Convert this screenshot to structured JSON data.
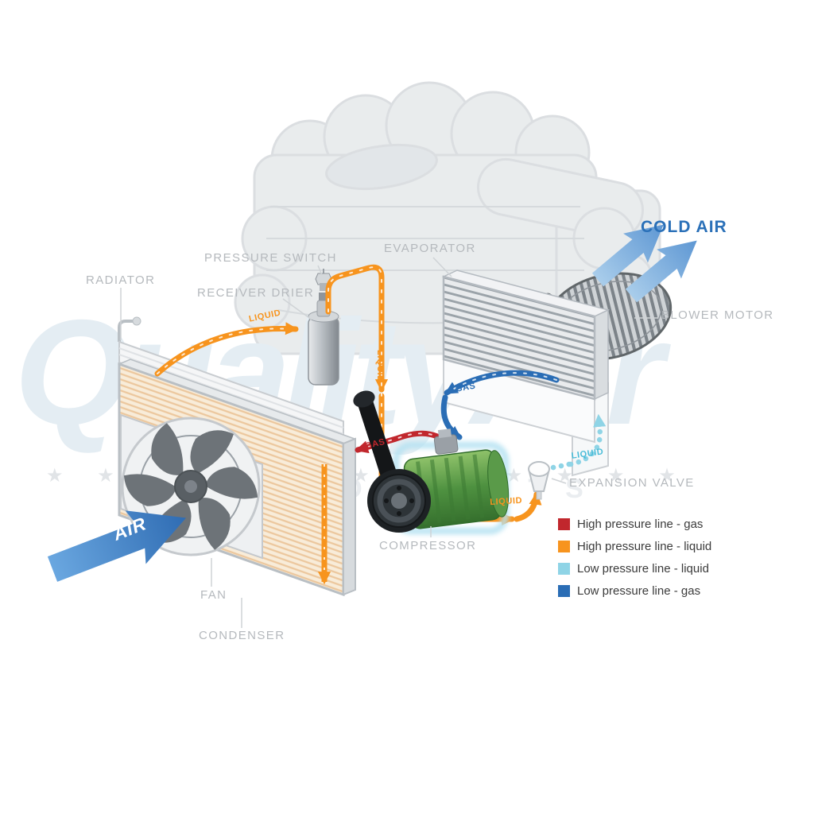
{
  "labels": {
    "radiator": "RADIATOR",
    "pressure_switch": "PRESSURE SWITCH",
    "receiver_drier": "RECEIVER DRIER",
    "evaporator": "EVAPORATOR",
    "cold_air": "COLD AIR",
    "blower_motor": "BLOWER MOTOR",
    "expansion_valve": "EXPANSION VALVE",
    "compressor": "COMPRESSOR",
    "fan": "FAN",
    "condenser": "CONDENSER",
    "air_arrow": "AIR"
  },
  "flow_labels": {
    "liquid_condenser_to_drier": "LIQUID",
    "liquid_drier_down": "LIQUID",
    "gas_low_pressure": "GAS",
    "gas_high_pressure": "GAS",
    "liquid_low_pressure": "LIQUID",
    "liquid_to_expansion_valve": "LIQUID"
  },
  "legend": {
    "items": [
      {
        "label": "High pressure line - gas",
        "color": "#c1272d"
      },
      {
        "label": "High pressure line - liquid",
        "color": "#f7941e"
      },
      {
        "label": "Low pressure line - liquid",
        "color": "#8fd4e6"
      },
      {
        "label": "Low pressure line -  gas",
        "color": "#2a6db5"
      }
    ]
  },
  "watermark": {
    "text": "QualityAir",
    "subtext": "AUTO PARTS",
    "stars": "★ ★ ★ ★ ★ ★ ★ ★ ★ ★ ★ ★ ★"
  },
  "colors": {
    "high_pressure_gas": "#c1272d",
    "high_pressure_liquid": "#f7941e",
    "low_pressure_liquid": "#8fd4e6",
    "low_pressure_gas": "#2a6db5",
    "cold_air_text": "#2a70b8",
    "component_label": "#b5b9bd",
    "compressor_green": "#4e9140",
    "air_arrow_blue": "#2f6cb3"
  }
}
